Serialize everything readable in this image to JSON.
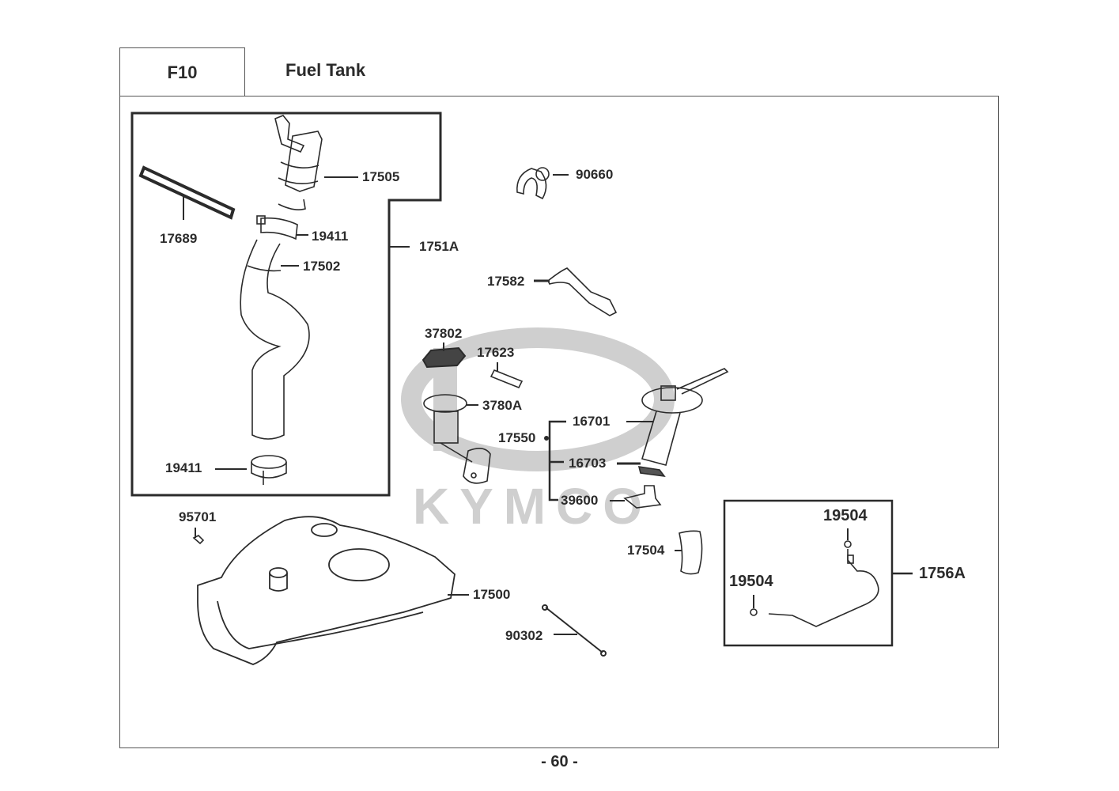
{
  "header": {
    "section_code": "F10",
    "section_title": "Fuel Tank"
  },
  "watermark": {
    "brand": "KYMCO",
    "color": "#c8c8c8"
  },
  "groups": [
    {
      "id": "1751A",
      "name": "filler-neck-assembly",
      "members": [
        "17505",
        "17689",
        "19411",
        "17502",
        "19411"
      ]
    },
    {
      "id": "17550",
      "name": "fuel-pump-assembly",
      "members": [
        "16701",
        "16703",
        "39600"
      ]
    },
    {
      "id": "1756A",
      "name": "fuel-hose-assembly",
      "members": [
        "19504",
        "19504"
      ]
    }
  ],
  "labels": {
    "p17505": "17505",
    "p17689": "17689",
    "p19411a": "19411",
    "p1751A": "1751A",
    "p17502": "17502",
    "p19411b": "19411",
    "p90660": "90660",
    "p17582": "17582",
    "p37802": "37802",
    "p17623": "17623",
    "p3780A": "3780A",
    "p17550": "17550",
    "p16701": "16701",
    "p16703": "16703",
    "p39600": "39600",
    "p95701": "95701",
    "p17500": "17500",
    "p17504": "17504",
    "p90302": "90302",
    "p19504a": "19504",
    "p19504b": "19504",
    "p1756A": "1756A"
  },
  "footer": {
    "page_number": "- 60 -"
  }
}
